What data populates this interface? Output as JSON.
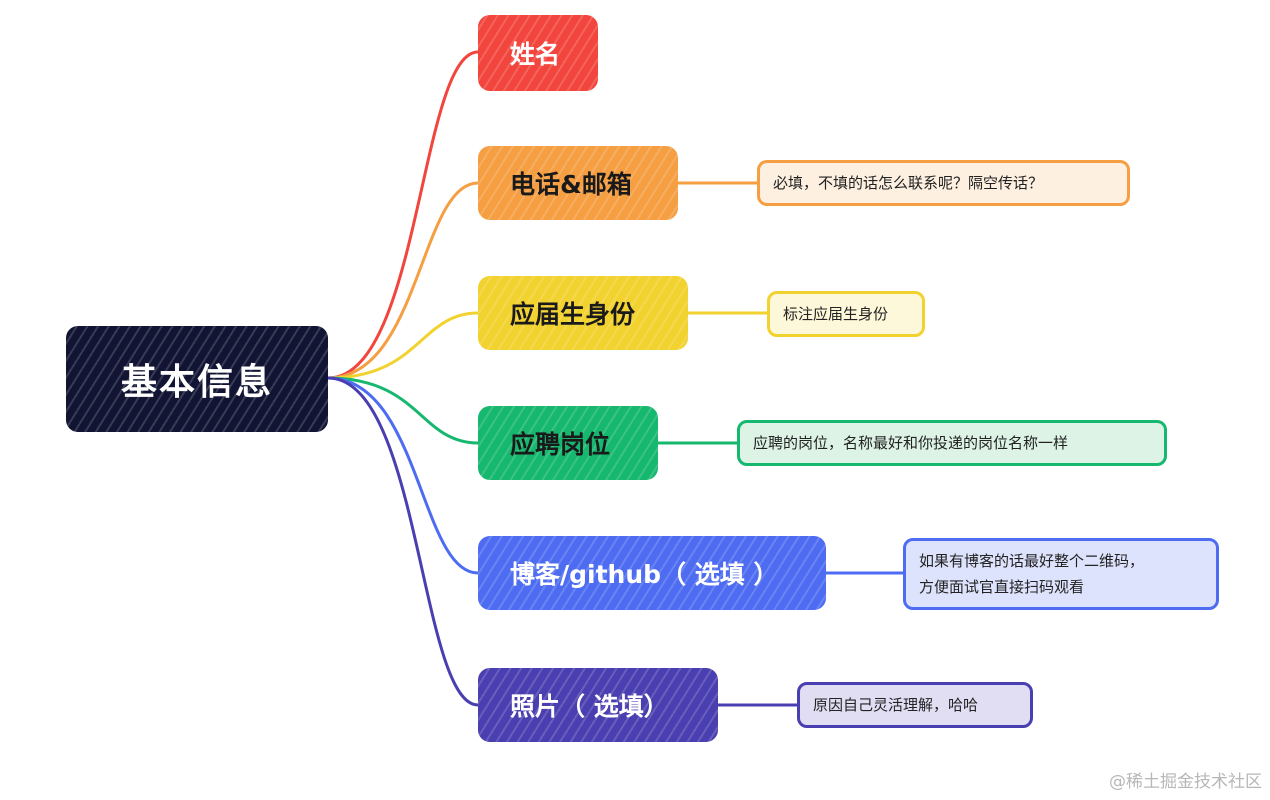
{
  "root": {
    "label": "基本信息",
    "color": "#111533"
  },
  "branches": [
    {
      "id": "name",
      "label": "姓名",
      "color": "#f2453d",
      "note": null
    },
    {
      "id": "contact",
      "label": "电话&邮箱",
      "color": "#f59e42",
      "note": {
        "lines": [
          "必填，不填的话怎么联系呢？隔空传话？"
        ],
        "fill": "#fdf0e0"
      }
    },
    {
      "id": "grad",
      "label": "应届生身份",
      "color": "#f2d22e",
      "note": {
        "lines": [
          "标注应届生身份"
        ],
        "fill": "#fdf8d9"
      }
    },
    {
      "id": "position",
      "label": "应聘岗位",
      "color": "#16b86f",
      "note": {
        "lines": [
          "应聘的岗位，名称最好和你投递的岗位名称一样"
        ],
        "fill": "#ddf3e6"
      }
    },
    {
      "id": "blog",
      "label": "博客/github（ 选填 ）",
      "color": "#4d6cf1",
      "note": {
        "lines": [
          "如果有博客的话最好整个二维码，",
          "方便面试官直接扫码观看"
        ],
        "fill": "#dde3fc"
      }
    },
    {
      "id": "photo",
      "label": "照片（ 选填）",
      "color": "#4a3fb0",
      "note": {
        "lines": [
          "原因自己灵活理解，哈哈"
        ],
        "fill": "#e1def3"
      }
    }
  ],
  "watermark": "@稀土掘金技术社区"
}
